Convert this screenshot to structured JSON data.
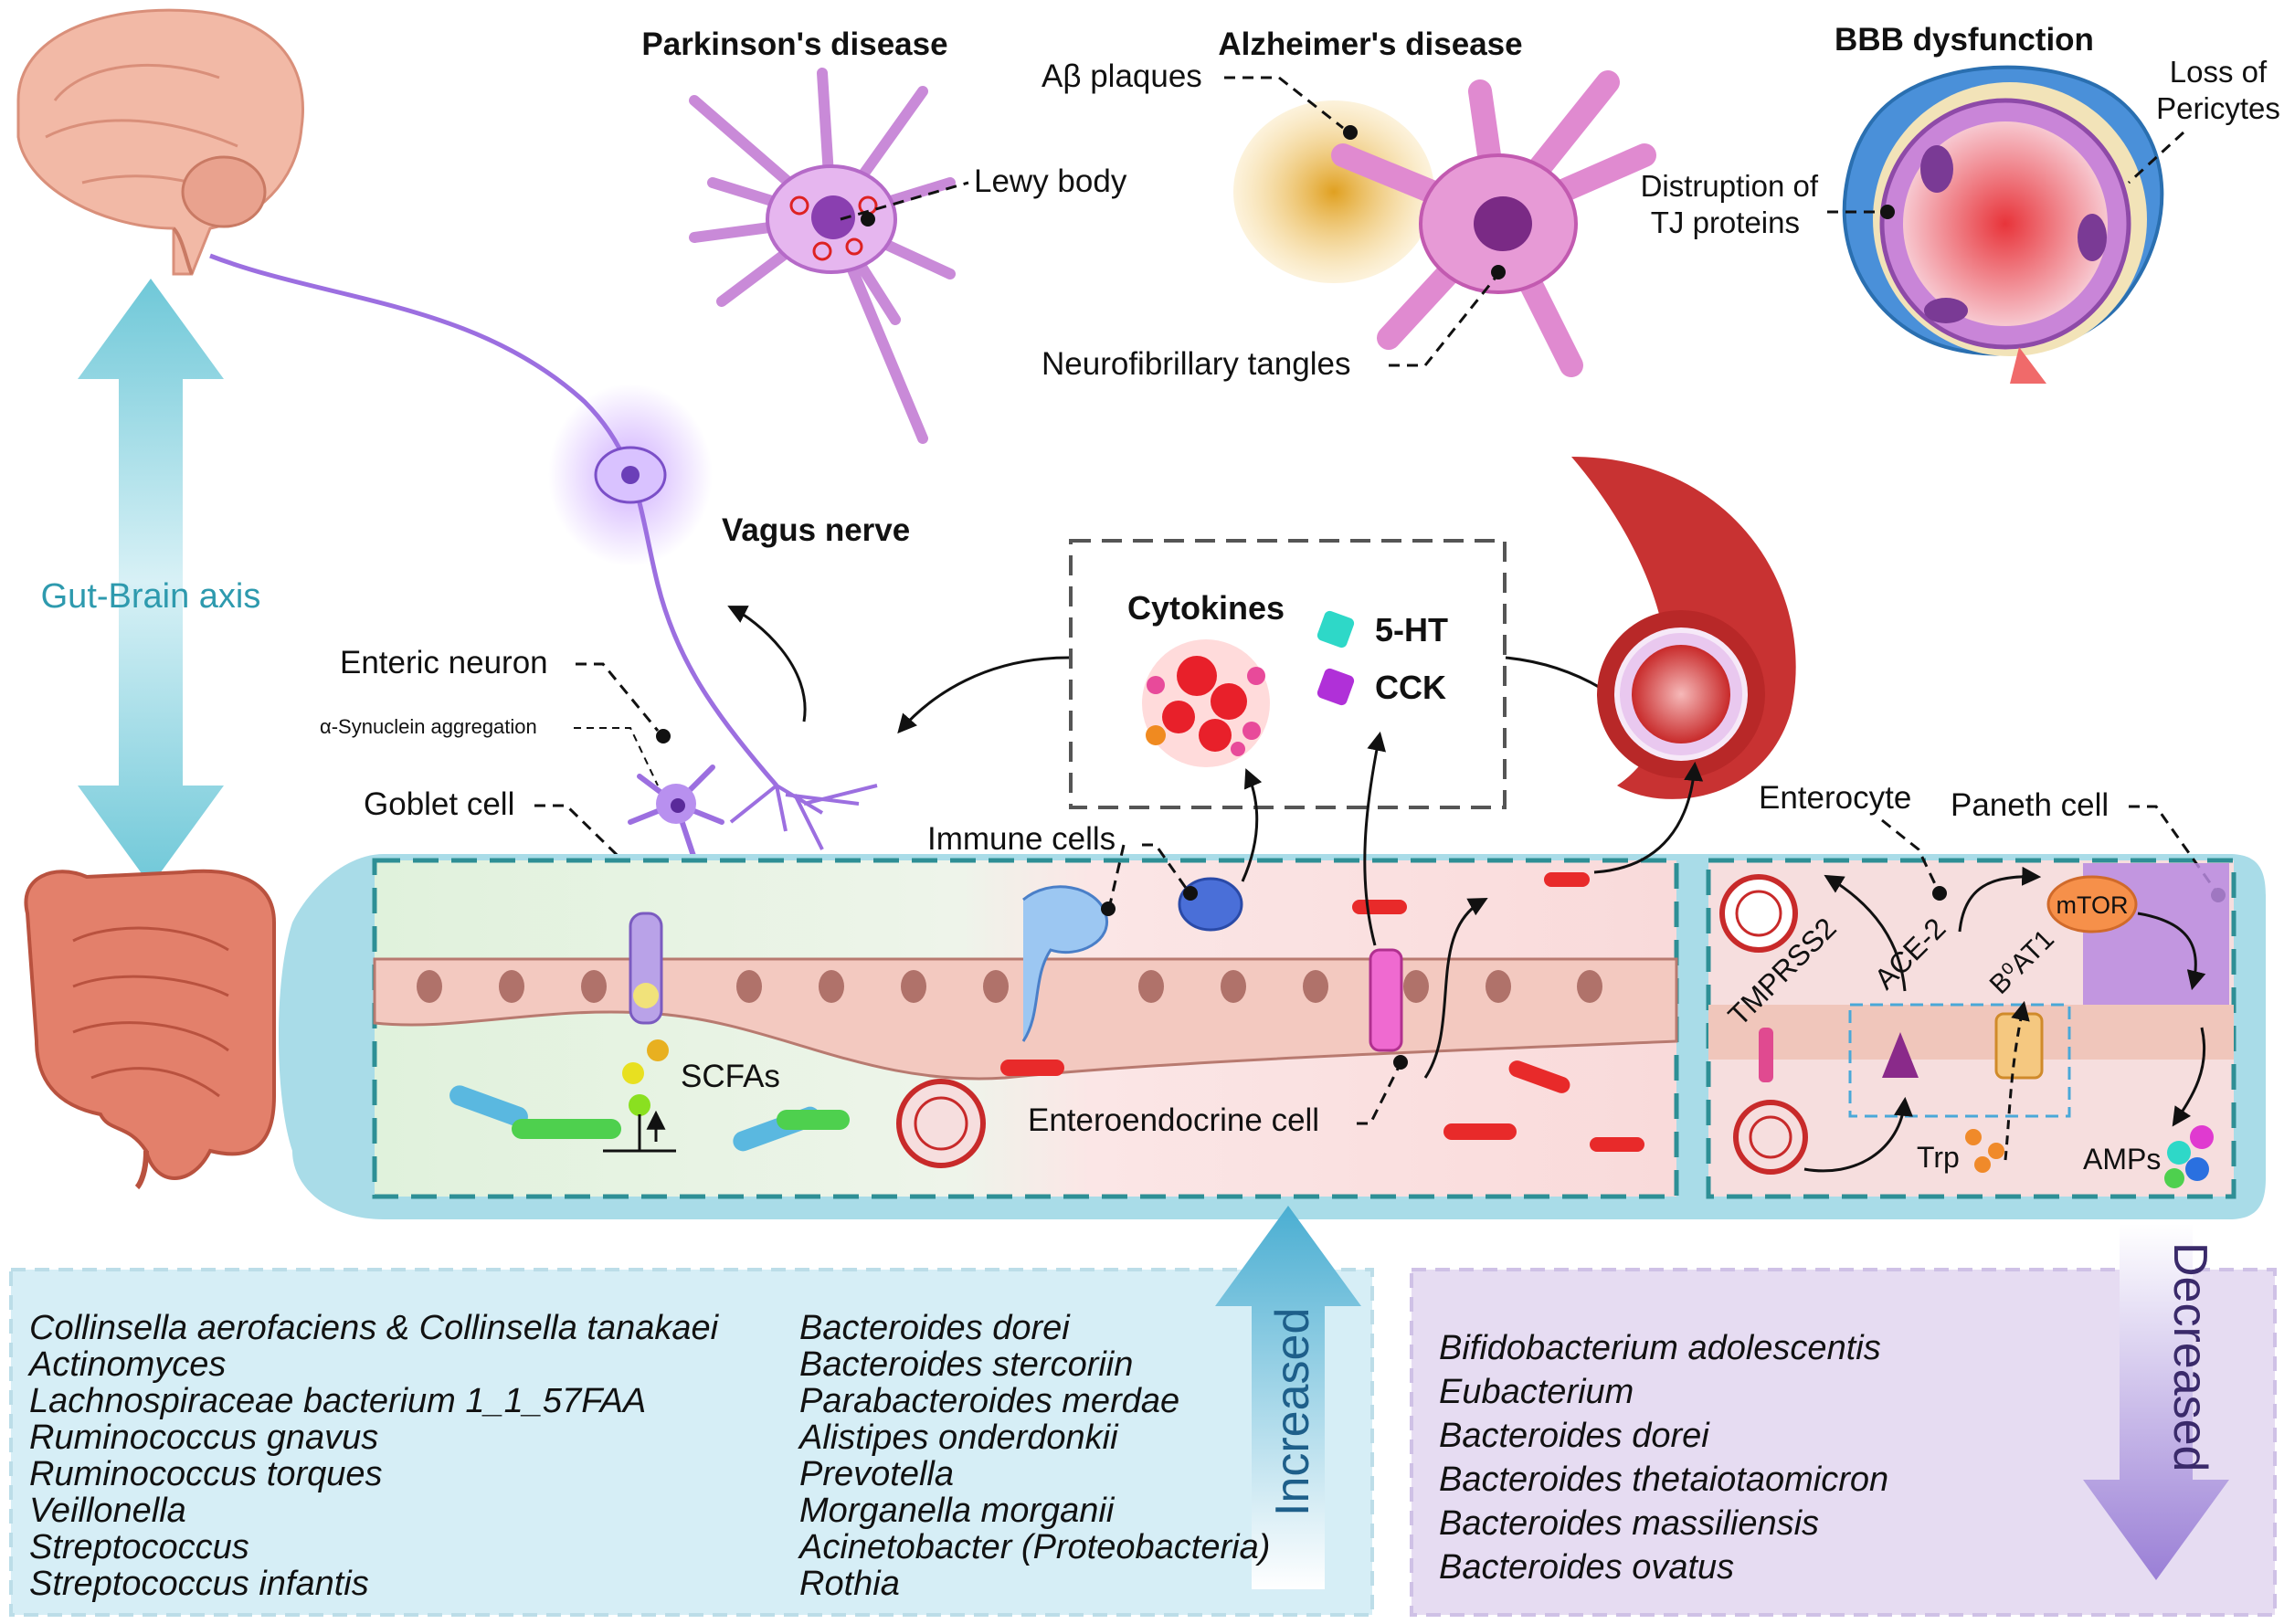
{
  "labels": {
    "parkinsons": "Parkinson's disease",
    "alzheimers": "Alzheimer's disease",
    "bbb": "BBB dysfunction",
    "lewy_body": "Lewy body",
    "ab_plaques": "Aβ plaques",
    "neurofibrillary": "Neurofibrillary tangles",
    "loss_of": "Loss of",
    "pericytes": "Pericytes",
    "distruption_1": "Distruption of",
    "distruption_2": "TJ proteins",
    "gut_brain_axis": "Gut-Brain axis",
    "vagus_nerve": "Vagus nerve",
    "enteric_neuron": "Enteric neuron",
    "synuclein": "α-Synuclein aggregation",
    "goblet_cell": "Goblet cell",
    "cytokines": "Cytokines",
    "ht5": "5-HT",
    "cck": "CCK",
    "immune_cells": "Immune cells",
    "scfas": "SCFAs",
    "enteroendocrine": "Enteroendocrine cell",
    "enterocyte": "Enterocyte",
    "paneth_cell": "Paneth cell",
    "mtor": "mTOR",
    "tmprss2": "TMPRSS2",
    "ace2": "ACE-2",
    "b0at1": "B⁰AT1",
    "trp": "Trp",
    "amps": "AMPs",
    "increased": "Increased",
    "decreased": "Decreased"
  },
  "increased_col1": [
    "Collinsella aerofaciens & Collinsella tanakaei",
    "Actinomyces",
    "Lachnospiraceae bacterium 1_1_57FAA",
    "Ruminococcus gnavus",
    "Ruminococcus torques",
    "Veillonella",
    "Streptococcus",
    "Streptococcus infantis"
  ],
  "increased_col2": [
    "Bacteroides dorei",
    "Bacteroides stercoriin",
    "Parabacteroides merdae",
    "Alistipes onderdonkii",
    "Prevotella",
    "Morganella morganii",
    "Acinetobacter (Proteobacteria)",
    "Rothia"
  ],
  "decreased_list": [
    "Bifidobacterium adolescentis",
    "Eubacterium",
    "Bacteroides dorei",
    "Bacteroides thetaiotaomicron",
    "Bacteroides massiliensis",
    "Bacteroides ovatus"
  ],
  "colors": {
    "teal": "#2e8f95",
    "light_blue_panel": "#d6eef6",
    "lavender_panel": "#e6dcf2",
    "axis_arrow": "#7fd0de"
  }
}
